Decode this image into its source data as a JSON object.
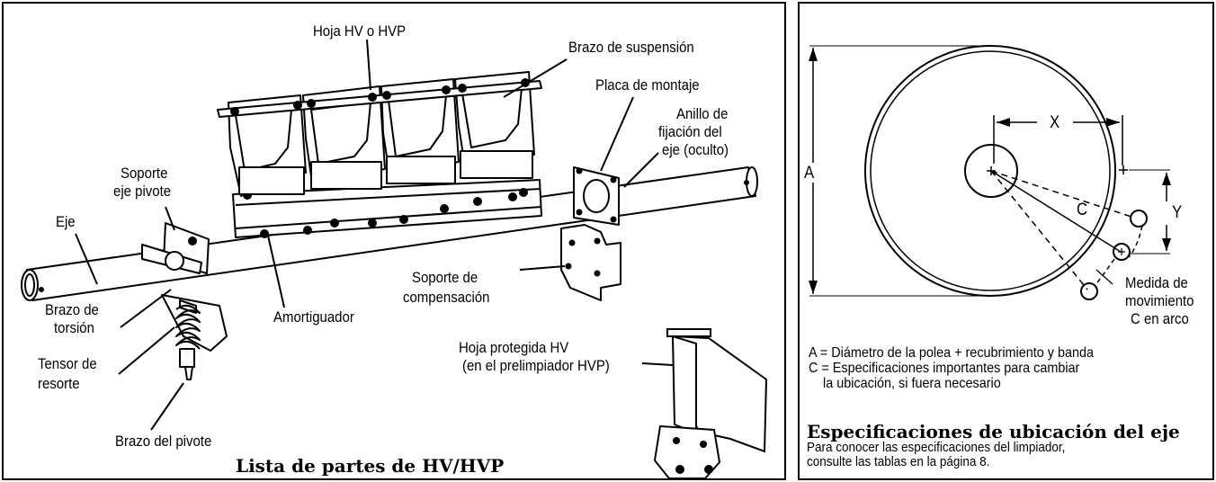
{
  "left": {
    "title": "Lista de partes de HV/HVP",
    "labels": {
      "blade": "Hoja HV o HVP",
      "arm": "Brazo de suspensión",
      "plate": "Placa de montaje",
      "ring1": "Anillo de",
      "ring2": "fijación del",
      "ring3": "eje (oculto)",
      "pivot_support1": "Soporte",
      "pivot_support2": "eje pivote",
      "shaft": "Eje",
      "damper": "Amortiguador",
      "comp1": "Soporte de",
      "comp2": "compensación",
      "torsion1": "Brazo de",
      "torsion2": "torsión",
      "tensioner1": "Tensor de",
      "tensioner2": "resorte",
      "pivot_arm": "Brazo del pivote",
      "protected1": "Hoja protegida HV",
      "protected2": "(en el prelimpiador HVP)"
    }
  },
  "right": {
    "title": "Especificaciones de ubicación del eje",
    "subtitle1": "Para conocer las especificaciones del limpiador,",
    "subtitle2": "consulte las tablas en la página 8.",
    "label_a": "A",
    "label_x": "X",
    "label_y": "Y",
    "label_c": "C",
    "move1": "Medida de",
    "move2": "movimiento",
    "move3": "C en arco",
    "note_a": "A = Diámetro de la polea + recubrimiento y banda",
    "note_c1": "C = Especificaciones importantes para cambiar",
    "note_c2": "la ubicación, si fuera necesario"
  }
}
